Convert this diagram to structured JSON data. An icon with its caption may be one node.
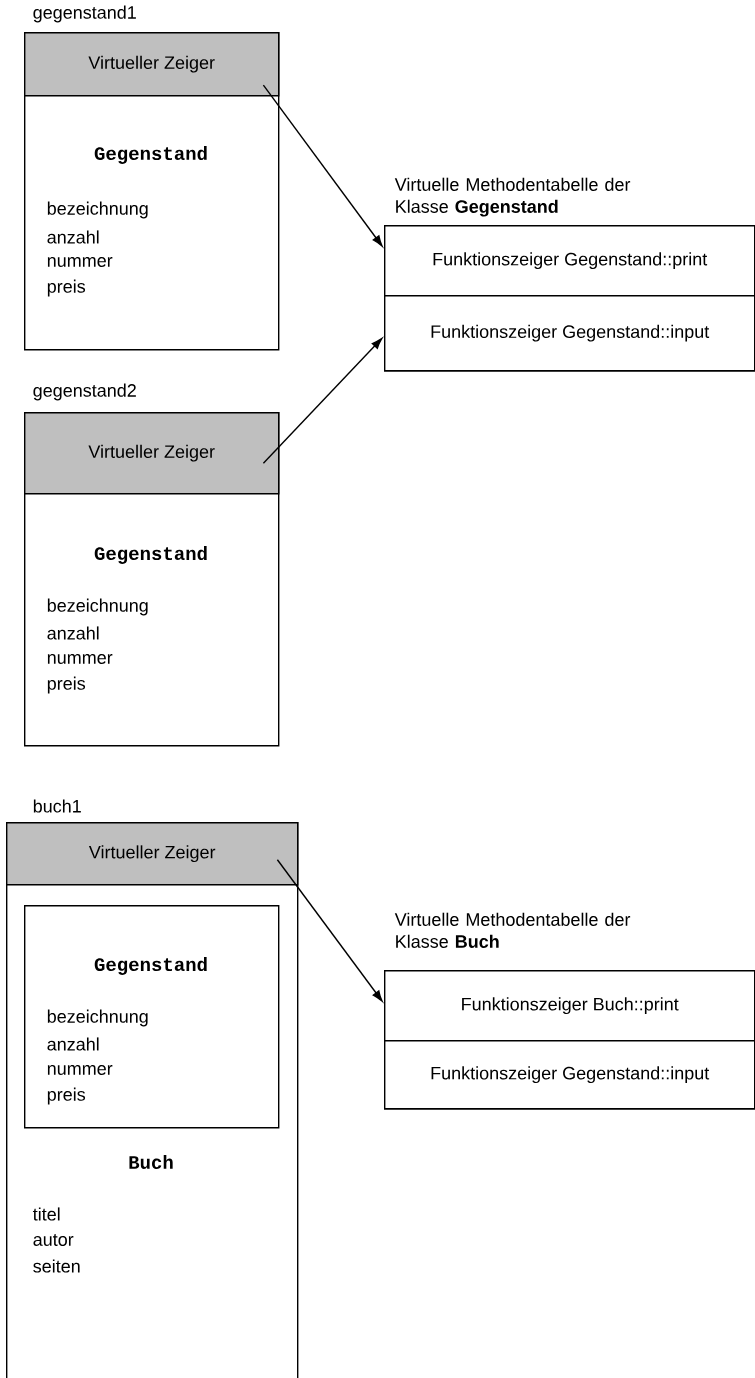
{
  "diagram": {
    "nodes": [
      {
        "text": [
          "gegenstand1",
          "Gegenstand",
          "bezeichnung",
          "anzahl",
          "nummer",
          "preis"
        ]
      },
      {
        "text": [
          "Virtueller Zeiger"
        ],
        "in": 0
      },
      {
        "text": [
          "Virtuelle Methodentabelle der Klasse **Gegenstand**"
        ]
      },
      {
        "text": [
          "Funktionszeiger Gegenstand::print"
        ],
        "in": 2
      },
      {
        "text": [
          "Funktionszeiger Gegenstand::input"
        ],
        "in": 2
      },
      {
        "text": [
          "gegenstand2",
          "Gegenstand",
          "bezeichnung",
          "anzahl",
          "nummer",
          "preis"
        ]
      },
      {
        "text": [
          "Virtueller Zeiger"
        ],
        "in": 5
      },
      {
        "text": [
          "buch1",
          "Buch",
          "titel",
          "autor",
          "seiten"
        ]
      },
      {
        "text": [
          "Virtueller Zeiger"
        ],
        "in": 7
      },
      {
        "text": [
          "Gegenstand",
          "bezeichnung",
          "anzahl",
          "nummer",
          "preis"
        ],
        "in": 7
      },
      {
        "text": [
          "Virtuelle Methodentabelle der Klasse **Buch**"
        ]
      },
      {
        "text": [
          "Funktionszeiger Buch::print"
        ],
        "in": 10
      },
      {
        "text": [
          "Funktionszeiger Gegenstand::input"
        ],
        "in": 10
      }
    ],
    "edges": [
      {
        "from": 1,
        "to": 3,
        "arrow": "to"
      },
      {
        "from": 6,
        "to": 4,
        "arrow": "to"
      },
      {
        "from": 8,
        "to": 11,
        "arrow": "to"
      }
    ]
  }
}
